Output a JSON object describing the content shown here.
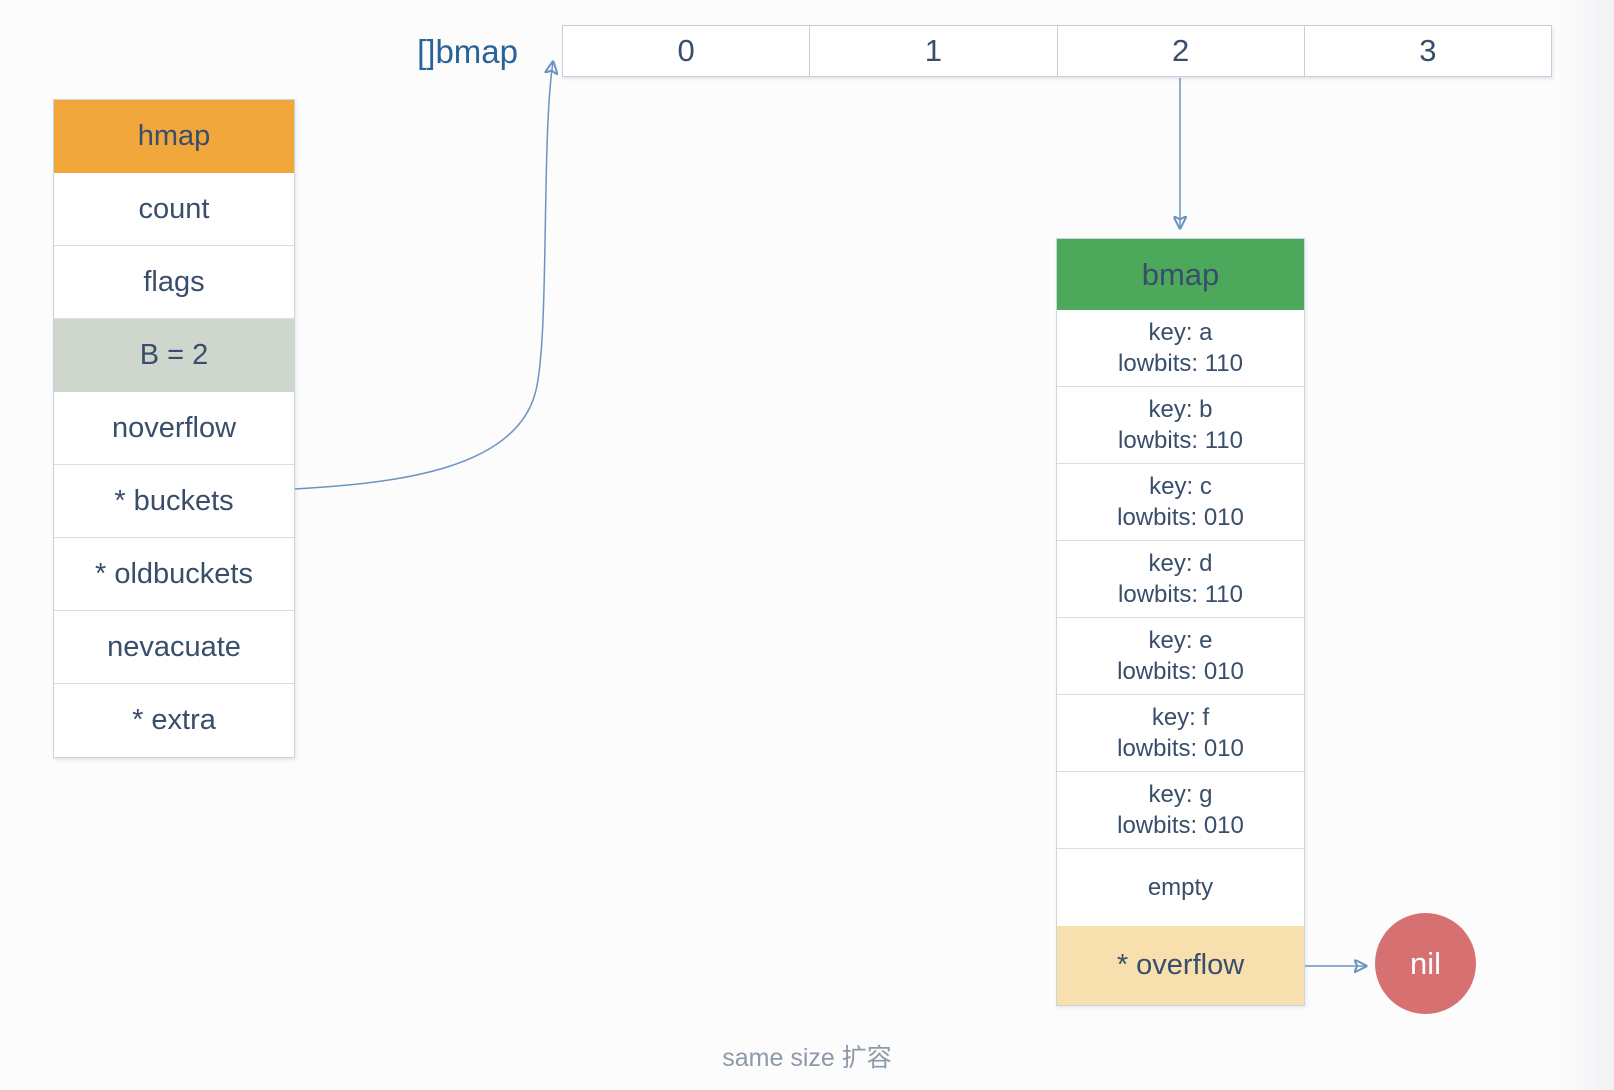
{
  "diagram": {
    "caption": "same size 扩容",
    "hmap_table": {
      "title": "hmap",
      "rows": [
        "count",
        "flags",
        "B = 2",
        "noverflow",
        "* buckets",
        "* oldbuckets",
        "nevacuate",
        "* extra"
      ],
      "highlighted_row": "B = 2"
    },
    "bucket_array": {
      "label": "[]bmap",
      "cells": [
        "0",
        "1",
        "2",
        "3"
      ]
    },
    "bmap_table": {
      "title": "bmap",
      "entries": [
        {
          "key": "key: a",
          "lowbits": "lowbits: 110"
        },
        {
          "key": "key: b",
          "lowbits": "lowbits: 110"
        },
        {
          "key": "key: c",
          "lowbits": "lowbits: 010"
        },
        {
          "key": "key: d",
          "lowbits": "lowbits: 110"
        },
        {
          "key": "key: e",
          "lowbits": "lowbits: 010"
        },
        {
          "key": "key: f",
          "lowbits": "lowbits: 010"
        },
        {
          "key": "key: g",
          "lowbits": "lowbits: 010"
        }
      ],
      "empty_label": "empty",
      "overflow_label": "* overflow"
    },
    "nil_node": {
      "label": "nil"
    },
    "colors": {
      "hmap_header": "#F1A73C",
      "highlight_row": "#CFD6CD",
      "bmap_header": "#4CA85A",
      "overflow_row": "#F8DFAE",
      "nil_circle": "#D77070",
      "arrow_line": "#6B94C0",
      "arrow_head": "#3E6CA4",
      "text": "#394E6B",
      "array_label": "#2B6397",
      "caption": "#8D99A7",
      "border": "#C9D3DD"
    }
  }
}
